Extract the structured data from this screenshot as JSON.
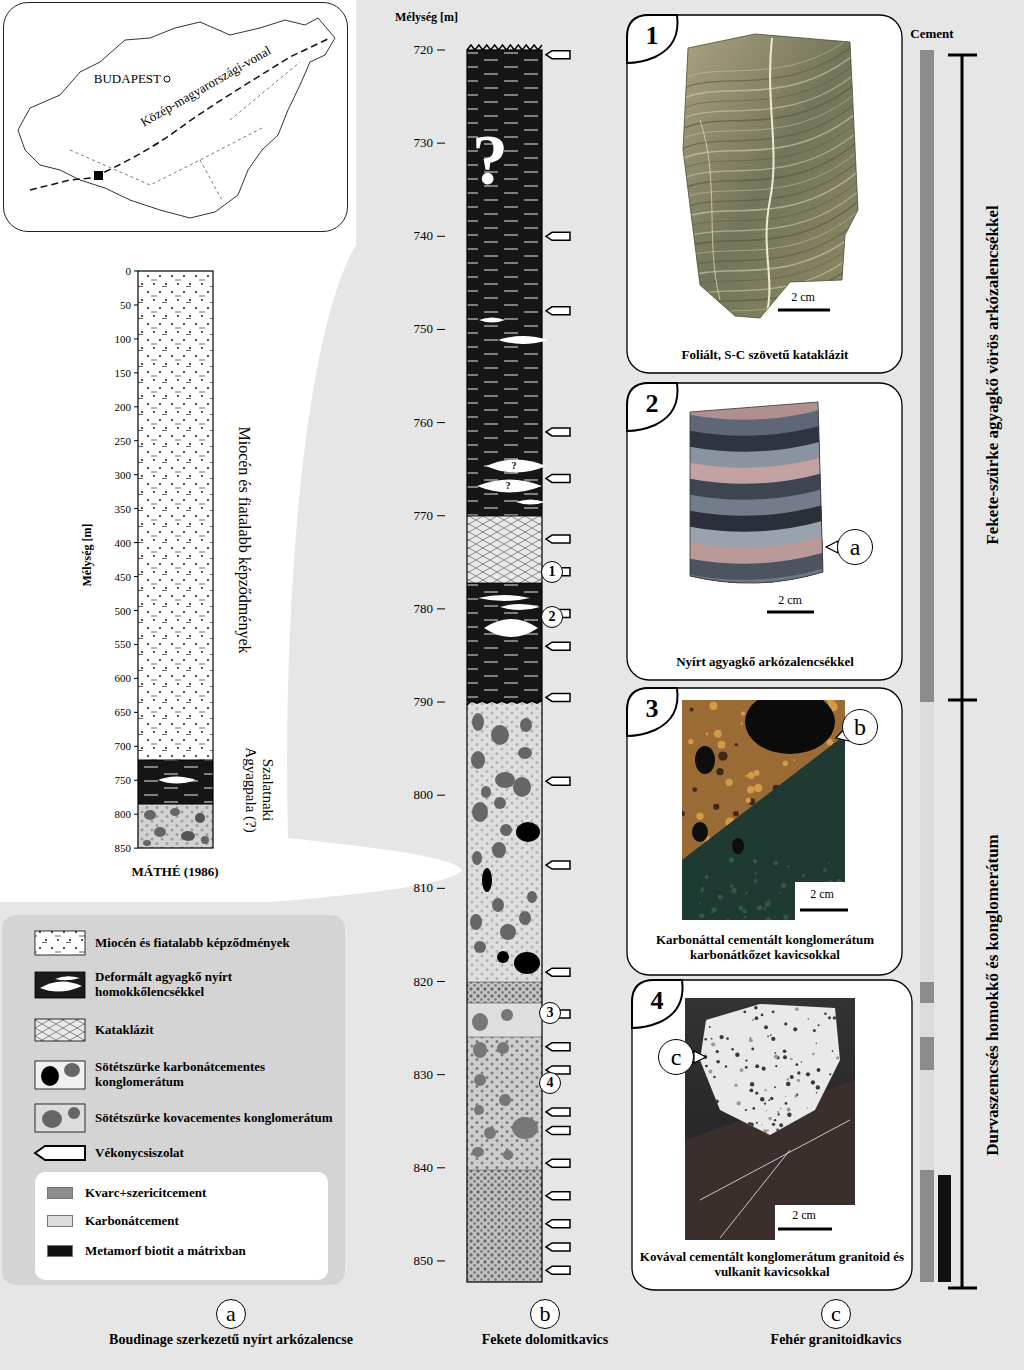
{
  "diagram": {
    "nodes": [
      {
        "text": [
          "BUDAPEST",
          "Közép-magyarországi-vonal"
        ]
      },
      {
        "text": [
          "1"
        ]
      },
      {
        "text": [
          "2"
        ]
      },
      {
        "text": [
          "3"
        ]
      },
      {
        "text": [
          "4"
        ]
      },
      {
        "text": [
          "1",
          "2 cm",
          "Foliált, S-C szövetű kataklázit"
        ]
      },
      {
        "text": [
          "2",
          "2 cm",
          "Nyírt agyagkő arkózalencsékkel"
        ]
      },
      {
        "text": [
          "a"
        ],
        "in": 6
      },
      {
        "text": [
          "3",
          "2 cm",
          "Karbonáttal cementált konglomerátum karbonátkőzet kavicsokkal"
        ]
      },
      {
        "text": [
          "b"
        ],
        "in": 8
      },
      {
        "text": [
          "4",
          "2 cm",
          "Kovával cementált konglomerátum granitoid és vulkanit kavicsokkal"
        ]
      },
      {
        "text": [
          "c"
        ],
        "in": 10
      },
      {
        "text": [
          "a",
          "Boudinage szerkezetű nyírt arkózalencse"
        ]
      },
      {
        "text": [
          "b",
          "Fekete dolomitkavics"
        ]
      },
      {
        "text": [
          "c",
          "Fehér granitoidkavics"
        ]
      }
    ],
    "labels": [
      "Mélység [m]",
      "720",
      "730",
      "740",
      "750",
      "760",
      "770",
      "780",
      "790",
      "800",
      "810",
      "820",
      "830",
      "840",
      "850",
      "?",
      "?",
      "?",
      "Cement",
      "Fekete-szürke agyagkő vörös arkózalencsékkel",
      "Durvaszemcsés homokkő és konglomerátum",
      "Mélység [m]",
      "0",
      "50",
      "100",
      "150",
      "200",
      "250",
      "300",
      "350",
      "400",
      "450",
      "500",
      "550",
      "600",
      "650",
      "700",
      "750",
      "800",
      "850",
      "Miocén és fiatalabb képződmények",
      "Szalatnaki Agyagpala (?)",
      "MÁTHÉ (1986)"
    ],
    "legend": [
      {
        "text": "Miocén és fiatalabb képződmények"
      },
      {
        "text": "Deformált agyagkő nyírt homokkőlencsékkel"
      },
      {
        "text": "Kataklázit"
      },
      {
        "text": "Sötétszürke karbonátcementes konglomerátum"
      },
      {
        "text": "Sötétszürke kovacementes konglomerátum"
      },
      {
        "text": "Vékonycsiszolat"
      },
      {
        "text": "Kvarc+szericitcement",
        "color": "#8c8c8c"
      },
      {
        "text": "Karbonátcement",
        "color": "#dcdcdc"
      },
      {
        "text": "Metamorf biotit a mátrixban",
        "color": "#111111"
      }
    ]
  }
}
